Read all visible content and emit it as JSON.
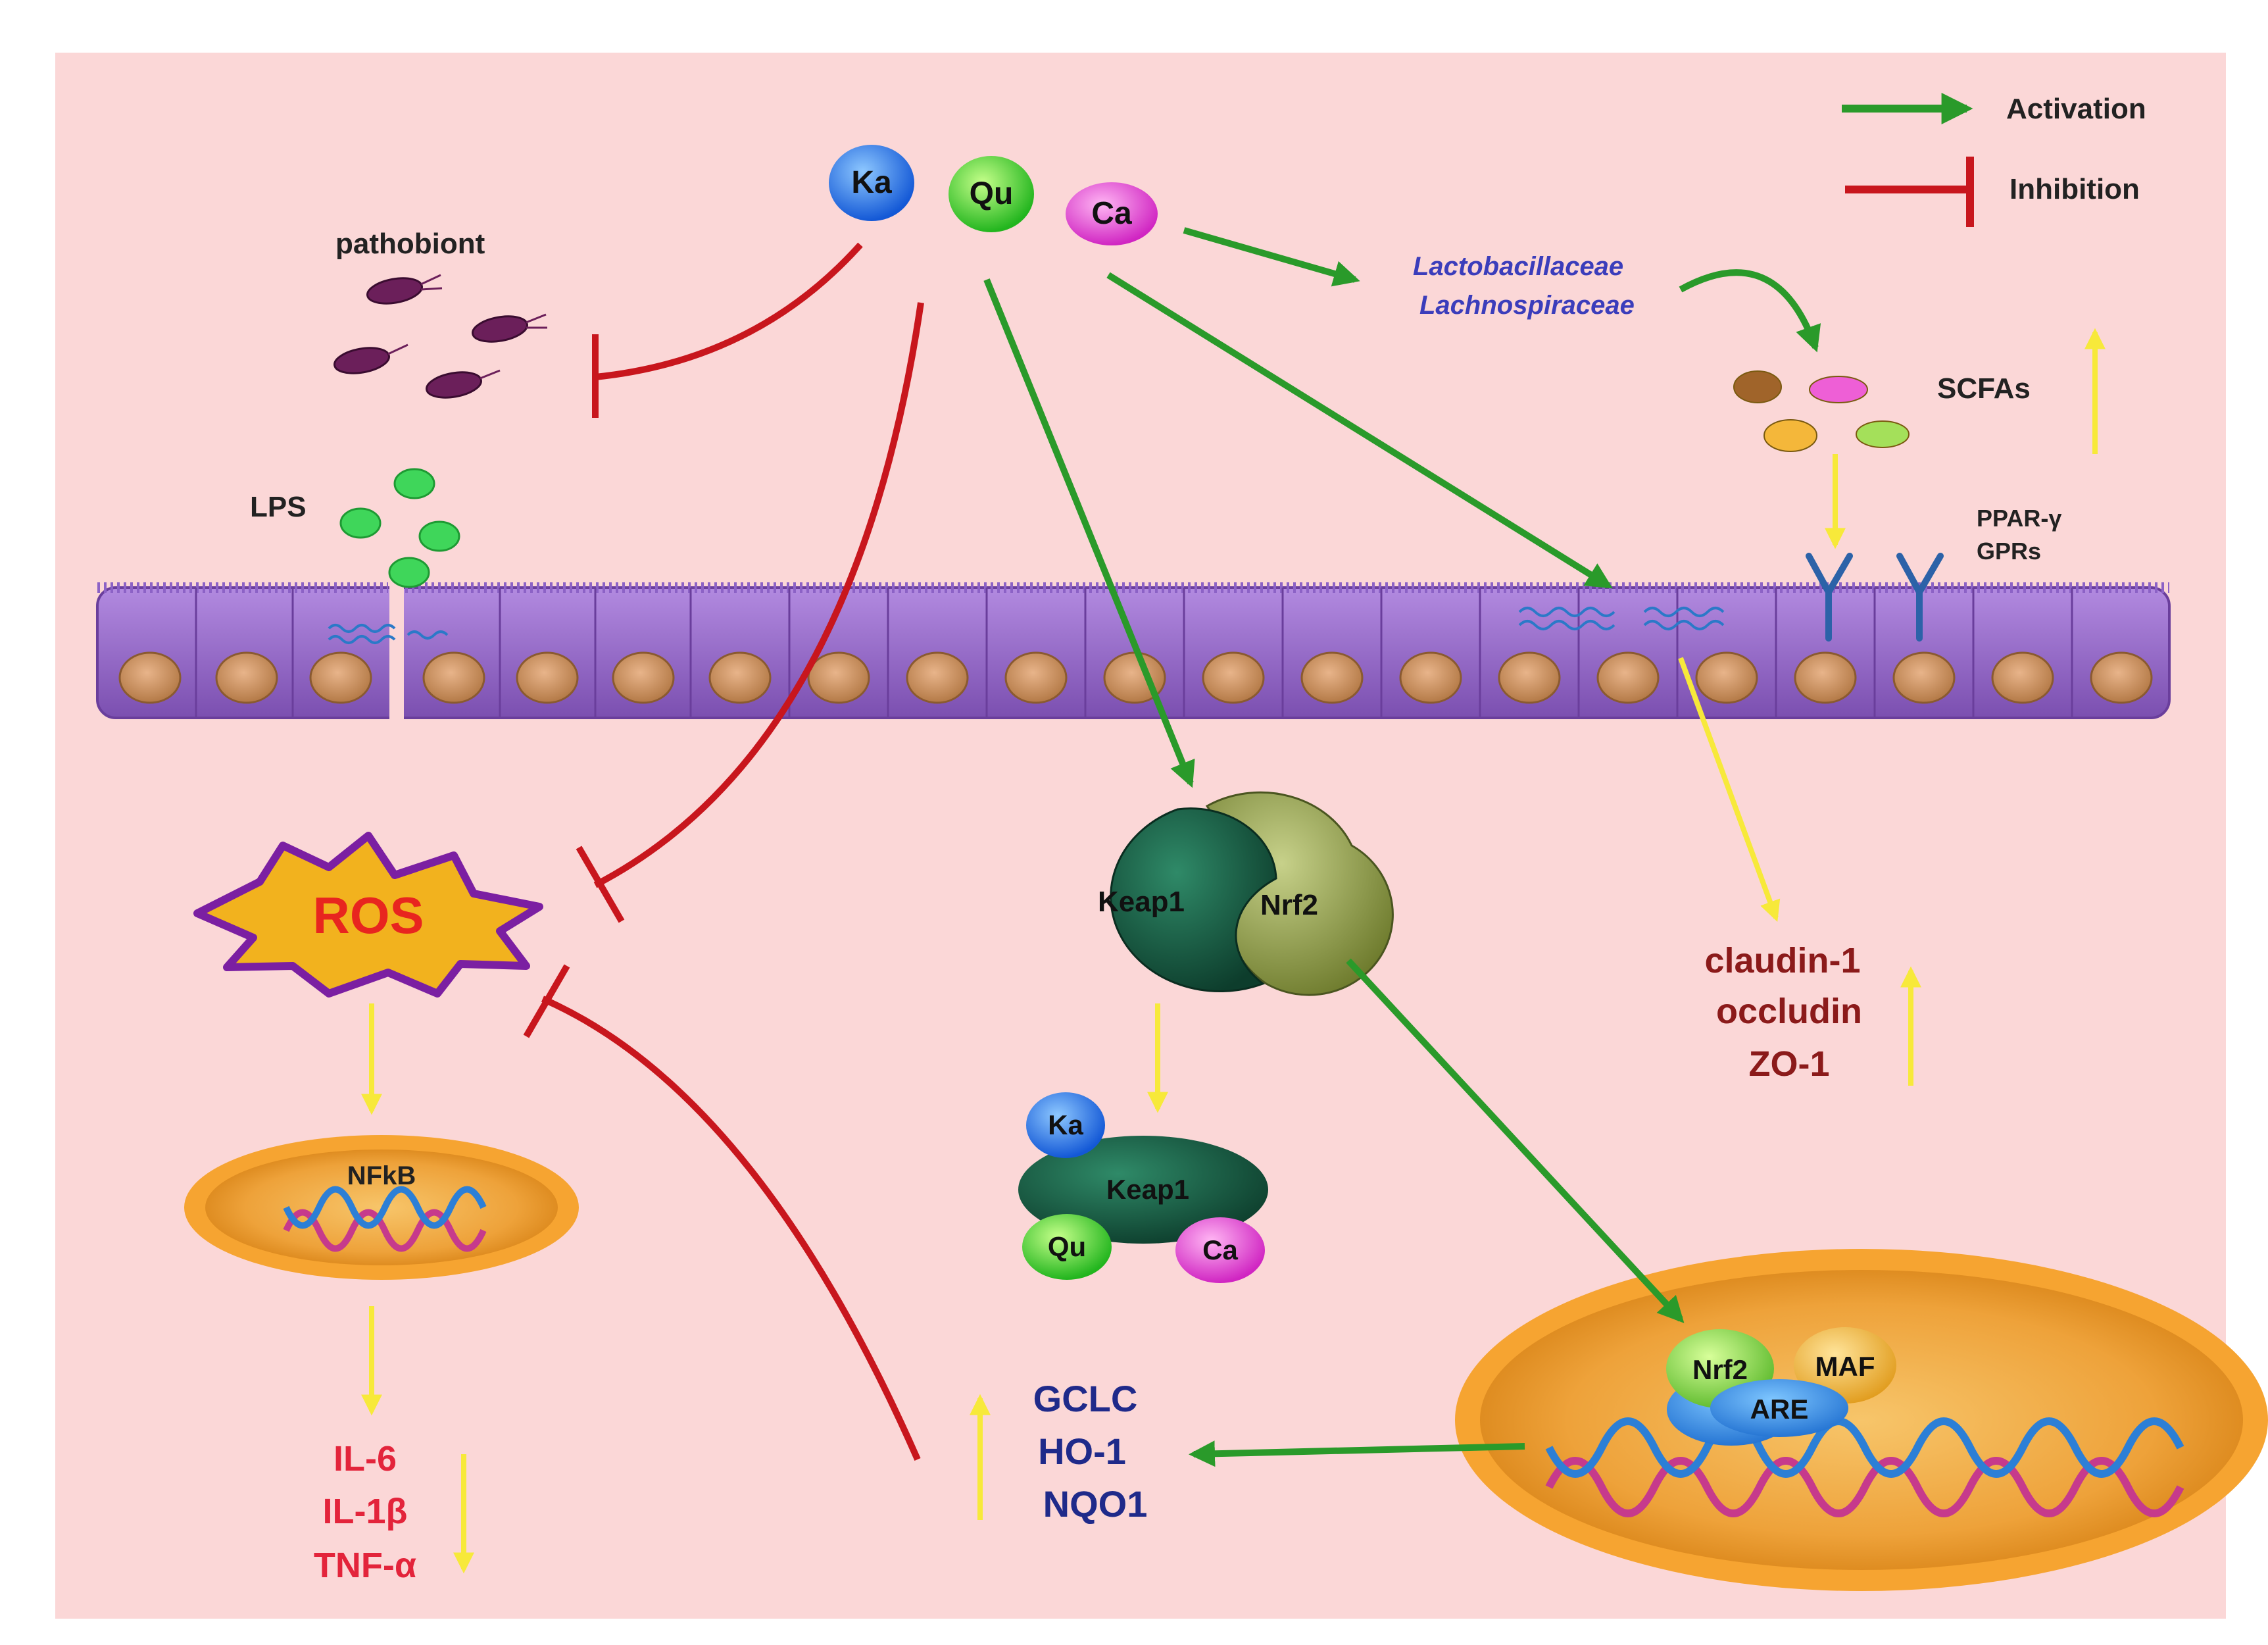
{
  "legend": {
    "activation_label": "Activation",
    "inhibition_label": "Inhibition",
    "activation_color": "#2a9a2a",
    "inhibition_color": "#c8161d"
  },
  "compounds": {
    "ka": "Ka",
    "qu": "Qu",
    "ca": "Ca"
  },
  "labels": {
    "pathobiont": "pathobiont",
    "lps": "LPS",
    "lactobacillaceae": "Lactobacillaceae",
    "lachnospiraceae": "Lachnospiraceae",
    "scfas": "SCFAs",
    "ppar": "PPAR-γ",
    "gprs": "GPRs",
    "ros": "ROS",
    "nfkb": "NFkB",
    "keap1": "Keap1",
    "nrf2": "Nrf2",
    "maf": "MAF",
    "are": "ARE"
  },
  "cytokines": [
    "IL-6",
    "IL-1β",
    "TNF-α"
  ],
  "tight_junction_proteins": [
    "claudin-1",
    "occludin",
    "ZO-1"
  ],
  "antioxidant_genes": [
    "GCLC",
    "HO-1",
    "NQO1"
  ],
  "colors": {
    "background": "#fbd7d7",
    "cell": "#9a6bc6",
    "nucleus": "#c89060",
    "ros_fill": "#f2b21e",
    "ros_stroke": "#7b1fa2",
    "ros_text": "#e8251f",
    "cytokine_text": "#e3243b",
    "tj_text": "#8b1a1a",
    "gene_text": "#1f2a8a",
    "bacteria_family_text": "#3b3dbb",
    "up_down_arrow": "#f7e93a"
  }
}
